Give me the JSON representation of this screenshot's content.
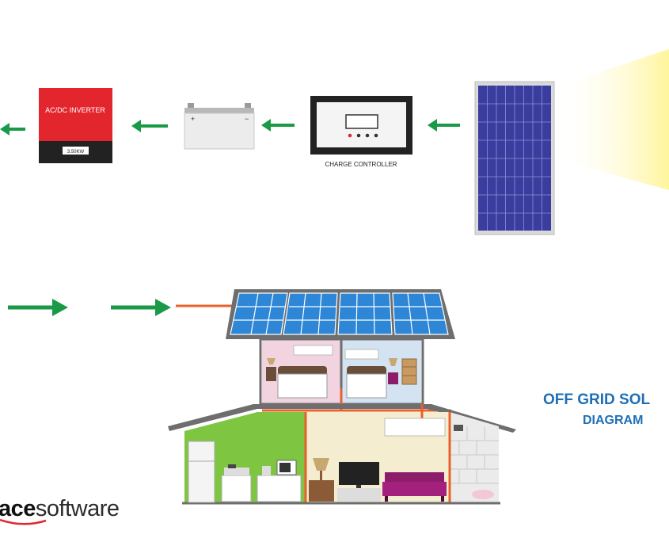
{
  "diagram": {
    "title_line1": "OFF GRID SOL",
    "title_line2": "DIAGRAM"
  },
  "inverter": {
    "label": "AC/DC INVERTER",
    "rating": "3.50KW"
  },
  "battery": {
    "plus": "+",
    "minus": "−"
  },
  "charge_controller": {
    "label": "CHARGE CONTROLLER"
  },
  "brand": {
    "bold_part": "ace",
    "rest": "software"
  },
  "colors": {
    "arrow": "#1a9a47",
    "title": "#1f6fb5",
    "inverter_red": "#e3262e",
    "solar_blue": "#3a3d9e",
    "wire_orange": "#e8602c",
    "roof_panel_blue": "#2e86d6"
  }
}
